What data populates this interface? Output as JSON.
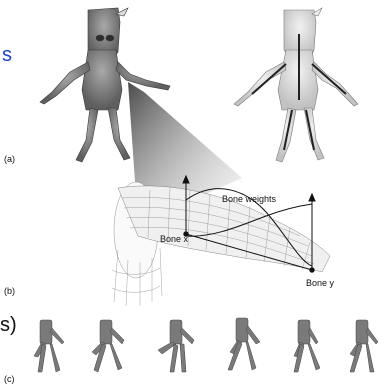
{
  "fragments": {
    "top_left": "s",
    "mid_left": "s)"
  },
  "panels": {
    "a": "(a)",
    "b": "(b)",
    "c": "(c)"
  },
  "diagram": {
    "bone_weights": "Bone weights",
    "bone_x": "Bone x",
    "bone_y": "Bone y"
  },
  "colors": {
    "fragment_blue": "#1d3fd6",
    "mesh_gray": "#8a8a8a",
    "skin_dark": "#6f6f6f",
    "skin_light": "#d9d9d9"
  }
}
